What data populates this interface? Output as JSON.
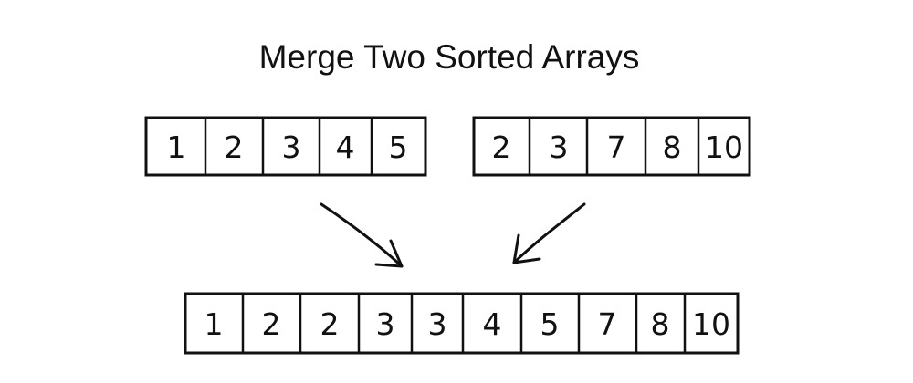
{
  "title": "Merge Two Sorted Arrays",
  "arrays": {
    "left": {
      "values": [
        "1",
        "2",
        "3",
        "4",
        "5"
      ]
    },
    "right": {
      "values": [
        "2",
        "3",
        "7",
        "8",
        "10"
      ]
    },
    "merged": {
      "values": [
        "1",
        "2",
        "2",
        "3",
        "3",
        "4",
        "5",
        "7",
        "8",
        "10"
      ]
    }
  },
  "colors": {
    "ink": "#111111",
    "background": "#ffffff"
  }
}
